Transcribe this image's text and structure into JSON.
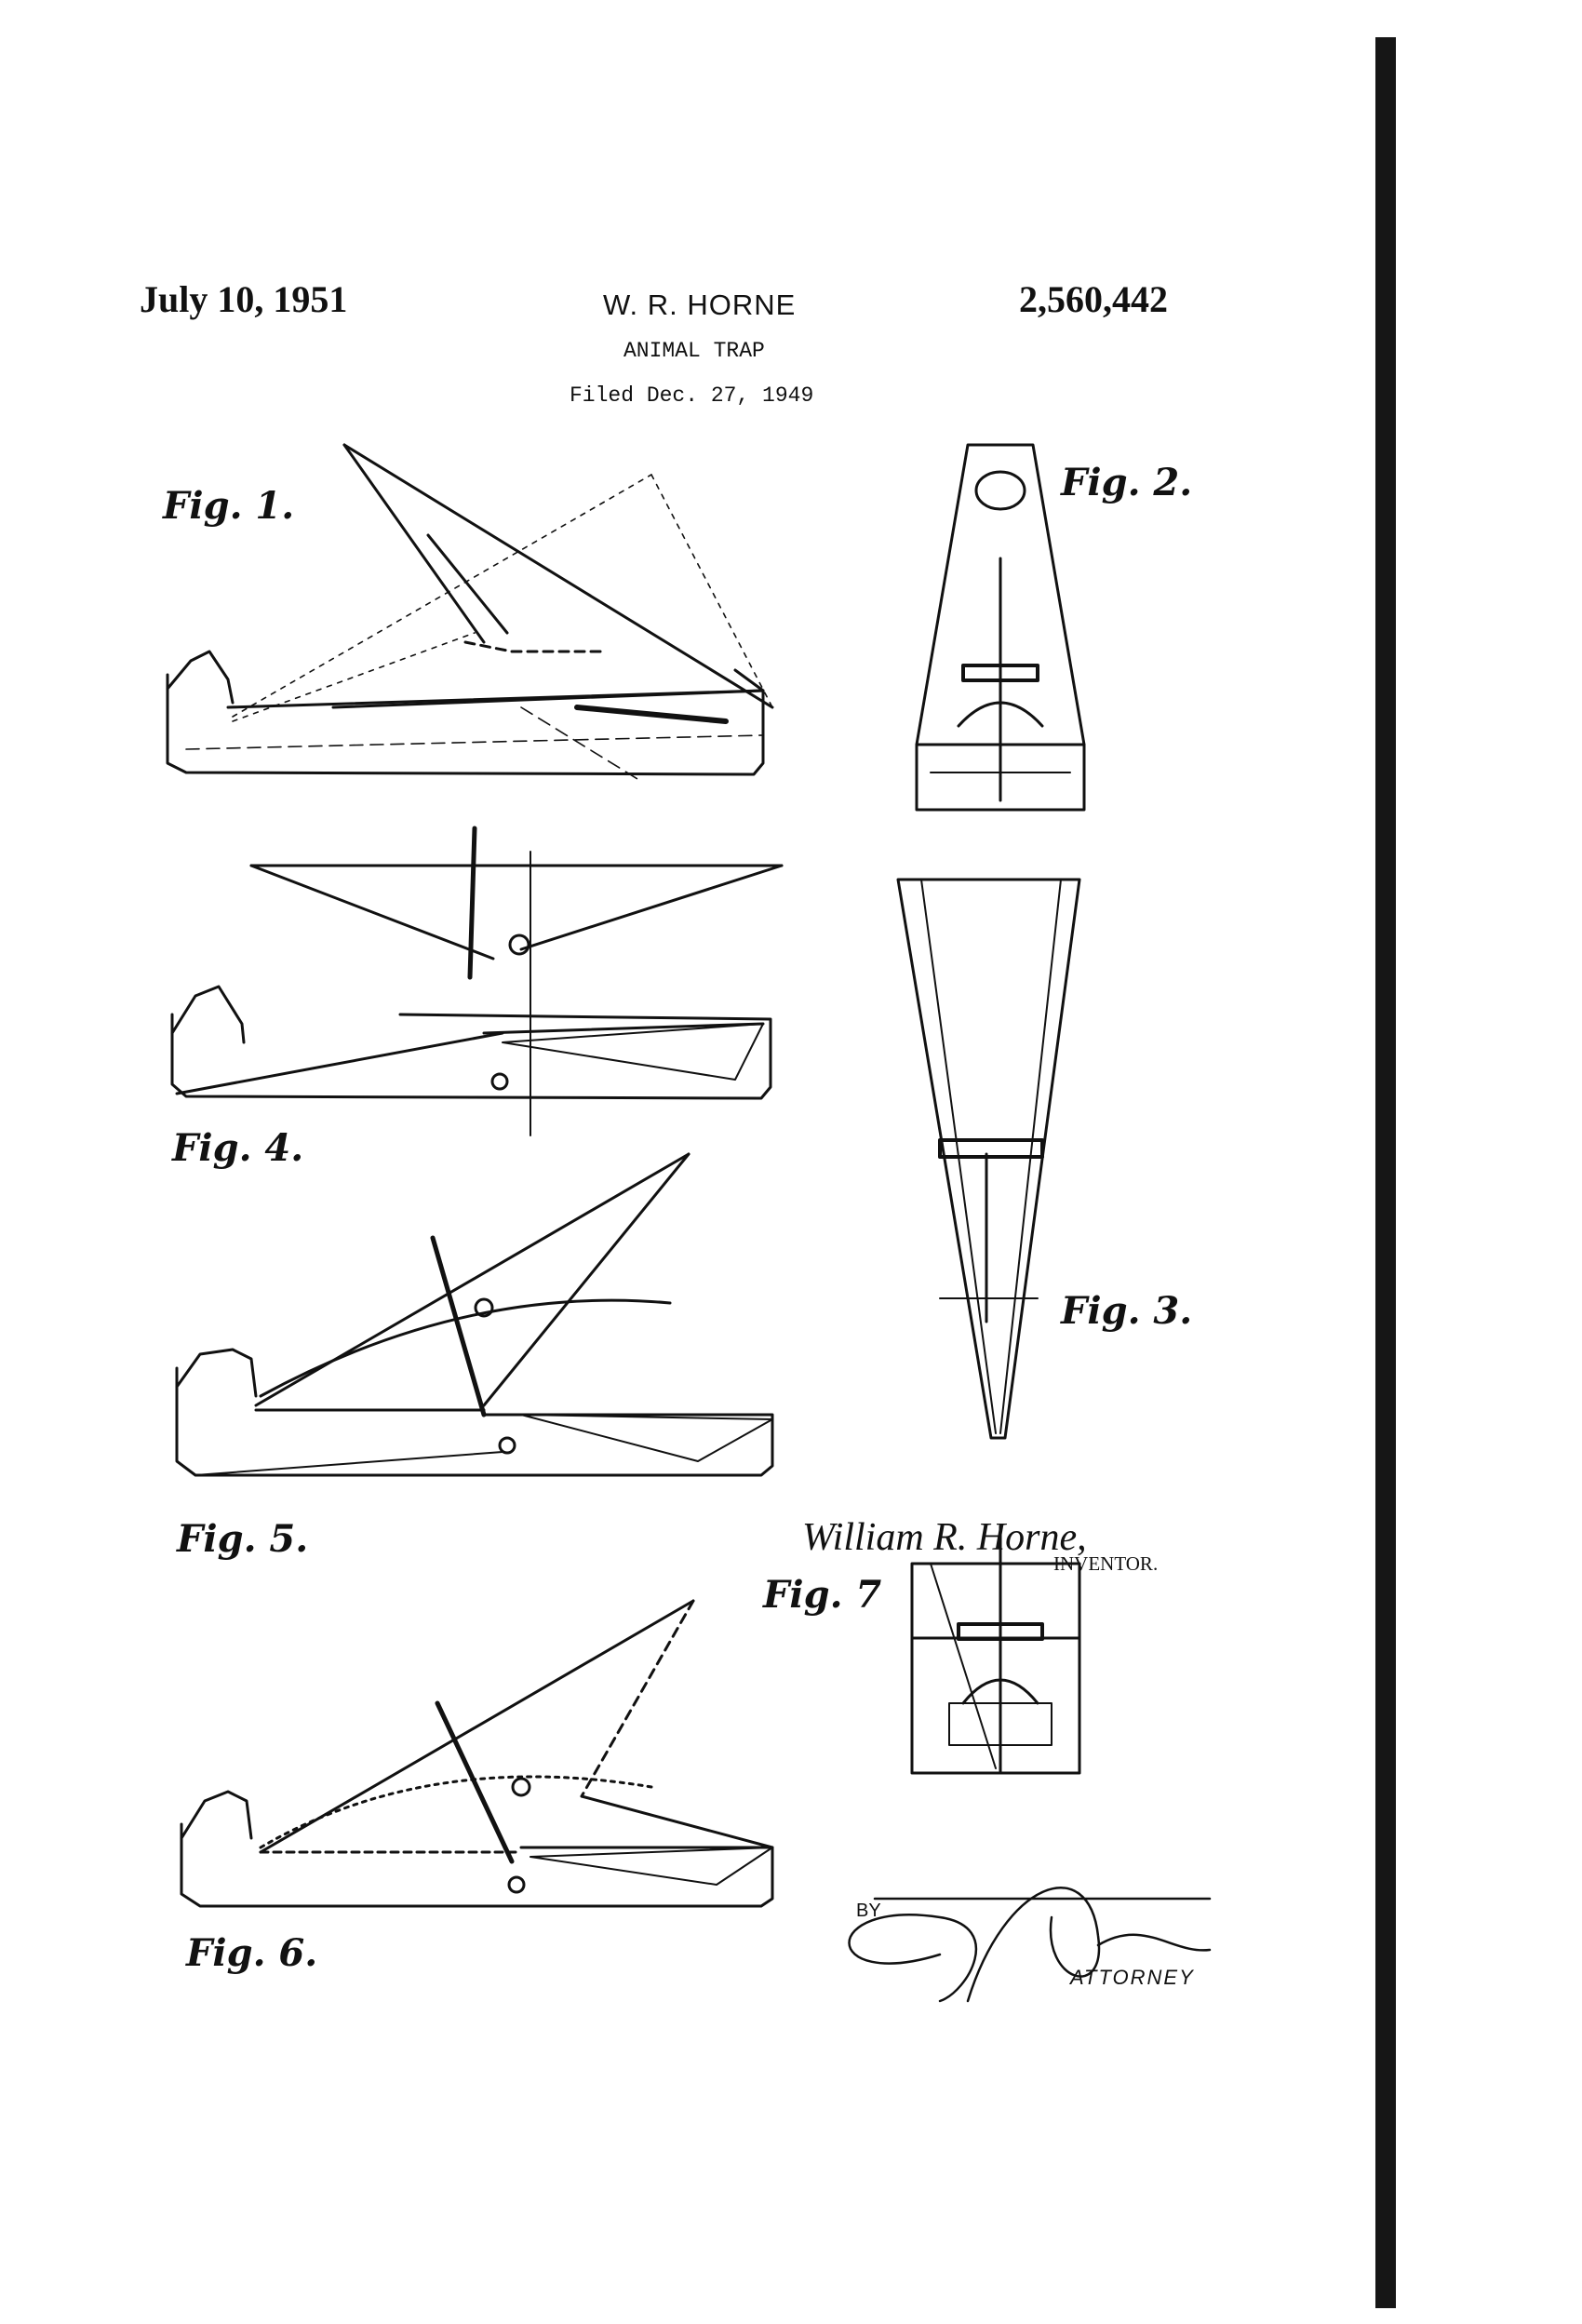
{
  "header": {
    "date": "July 10, 1951",
    "inventor": "W. R. HORNE",
    "title": "ANIMAL TRAP",
    "filed": "Filed Dec. 27, 1949",
    "patent_number": "2,560,442"
  },
  "figures": {
    "fig1": "Fig. 1.",
    "fig2": "Fig. 2.",
    "fig3": "Fig. 3.",
    "fig4": "Fig. 4.",
    "fig5": "Fig. 5.",
    "fig6": "Fig. 6.",
    "fig7": "Fig. 7"
  },
  "signature": {
    "inventor_name": "William R. Horne,",
    "inventor_role": "INVENTOR.",
    "by": "BY",
    "attorney_role": "ATTORNEY"
  },
  "colors": {
    "ink": "#111111",
    "paper": "#ffffff"
  }
}
